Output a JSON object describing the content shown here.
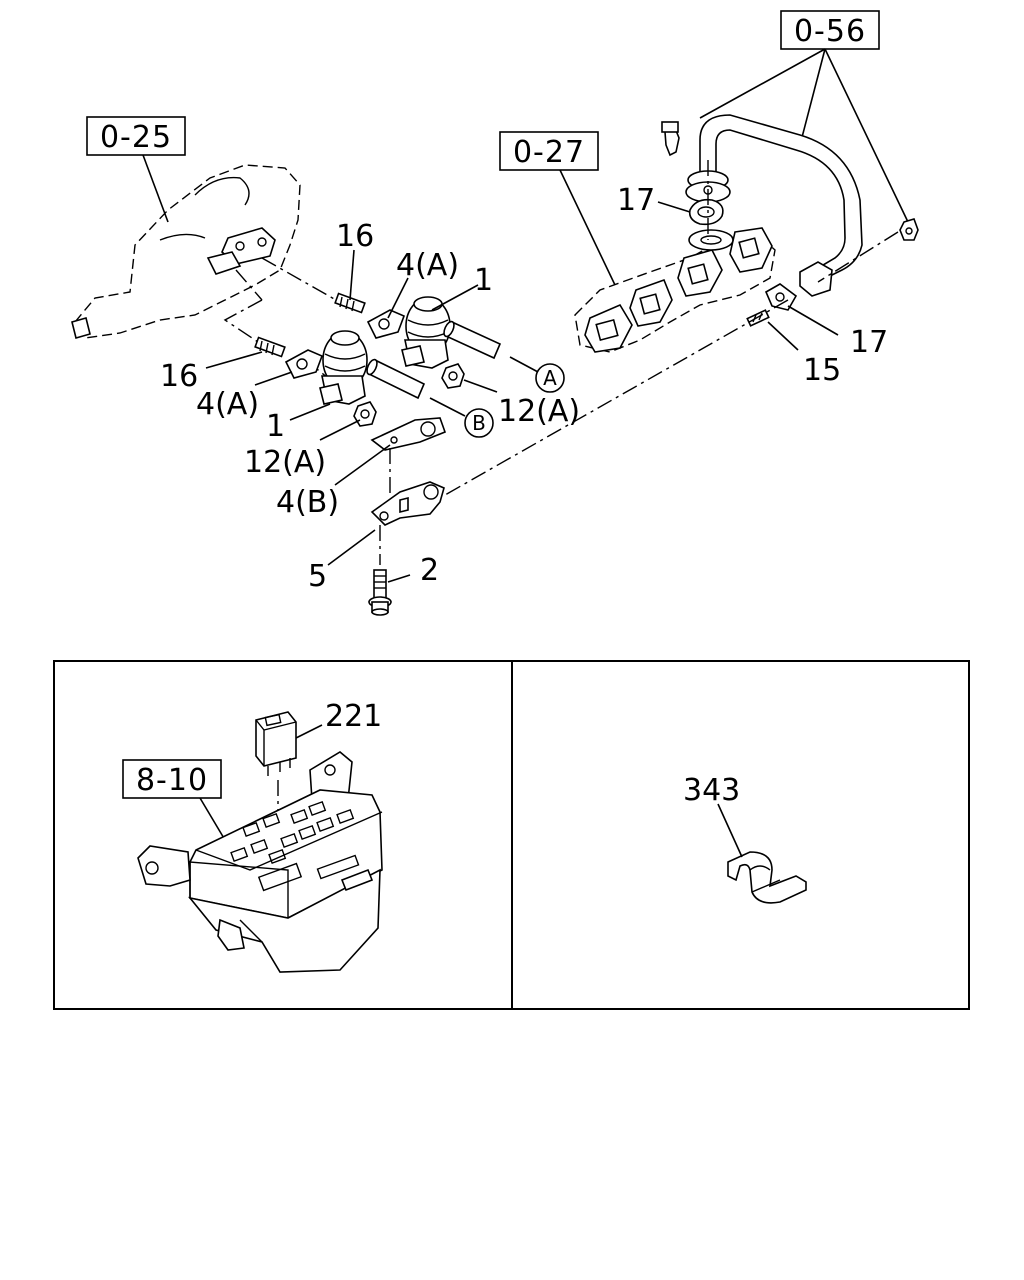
{
  "refs": {
    "r0_56": "0-56",
    "r0_25": "0-25",
    "r0_27": "0-27",
    "r8_10": "8-10"
  },
  "callouts": {
    "c16_top": "16",
    "c4a_top": "4(A)",
    "c1_top": "1",
    "c17_top": "17",
    "c17_right": "17",
    "c15": "15",
    "c16_left": "16",
    "c4a_left": "4(A)",
    "c1_left": "1",
    "c12a_right": "12(A)",
    "c12a_left": "12(A)",
    "c4b": "4(B)",
    "c5": "5",
    "c2": "2",
    "c221": "221",
    "c343": "343",
    "circle_a": "A",
    "circle_b": "B"
  }
}
